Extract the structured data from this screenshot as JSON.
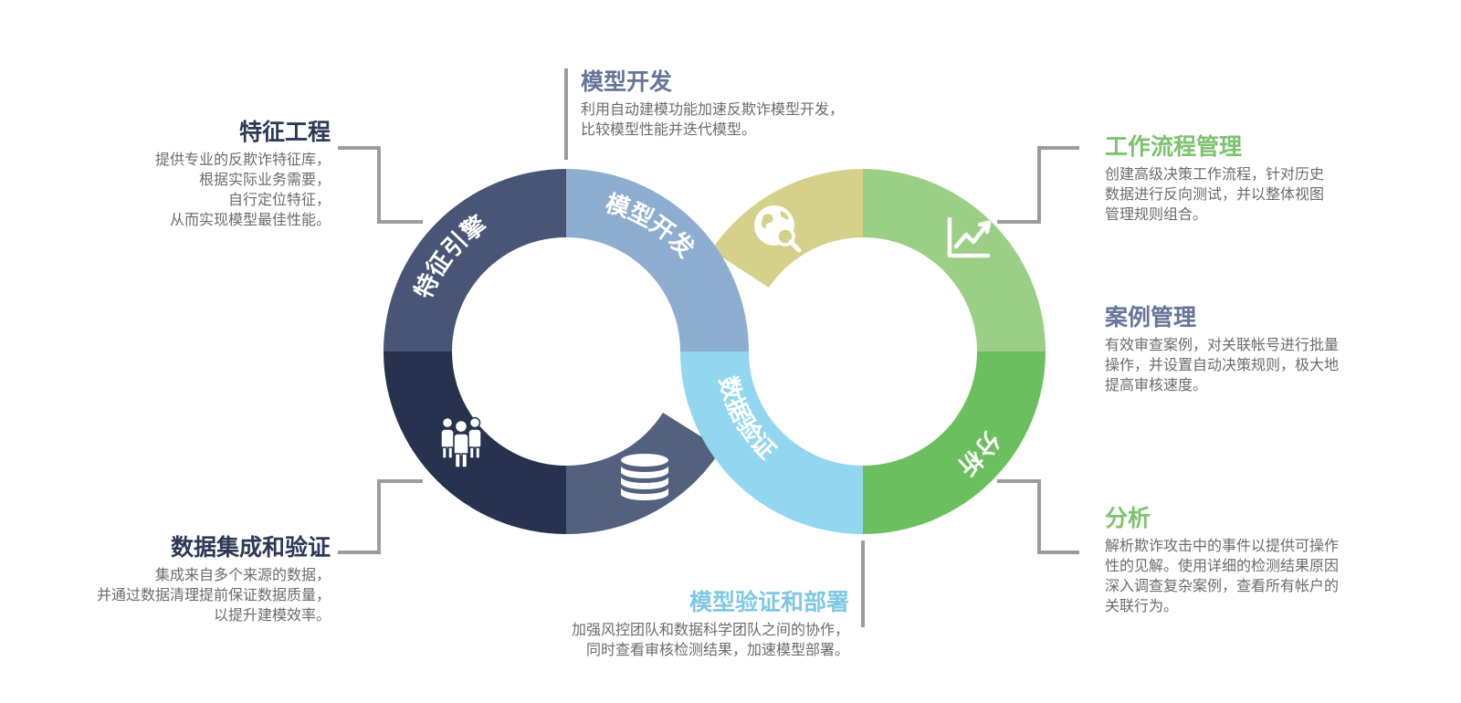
{
  "colors": {
    "feature_engine_segment": "#485576",
    "model_dev_segment": "#8daed0",
    "data_integration_segment": "#26324e",
    "database_segment": "#53617f",
    "data_validation_segment": "#93d6f0",
    "globe_segment": "#d6d18a",
    "workflow_segment": "#9bcf86",
    "analysis_segment": "#6cbf5e",
    "navy_heading": "#2c3957",
    "slate_heading": "#66759a",
    "green_heading": "#7cc36e",
    "sky_heading": "#7fc7e6",
    "connector": "#9c9c9c"
  },
  "segments": {
    "feature_engine_label": "特征引擎",
    "model_dev_label": "模型开发",
    "data_validation_label": "数据验证",
    "analysis_label": "分析"
  },
  "icons": [
    "people-icon",
    "database-icon",
    "globe-search-icon",
    "growth-chart-icon"
  ],
  "blocks": {
    "feature_engineering": {
      "title": "特征工程",
      "desc": "提供专业的反欺诈特征库，\n根据实际业务需要，\n自行定位特征，\n从而实现模型最佳性能。"
    },
    "model_development": {
      "title": "模型开发",
      "desc": "利用自动建模功能加速反欺诈模型开发，\n比较模型性能并迭代模型。"
    },
    "data_integration": {
      "title": "数据集成和验证",
      "desc": "集成来自多个来源的数据，\n并通过数据清理提前保证数据质量，\n以提升建模效率。"
    },
    "model_validation": {
      "title": "模型验证和部署",
      "desc": "加强风控团队和数据科学团队之间的协作，\n同时查看审核检测结果，加速模型部署。"
    },
    "workflow_management": {
      "title": "工作流程管理",
      "desc": "创建高级决策工作流程，针对历史\n数据进行反向测试，并以整体视图\n管理规则组合。"
    },
    "case_management": {
      "title": "案例管理",
      "desc": "有效审查案例，对关联帐号进行批量\n操作，并设置自动决策规则，极大地\n提高审核速度。"
    },
    "analysis": {
      "title": "分析",
      "desc": "解析欺诈攻击中的事件以提供可操作\n性的见解。使用详细的检测结果原因\n深入调查复杂案例，查看所有帐户的\n关联行为。"
    }
  }
}
